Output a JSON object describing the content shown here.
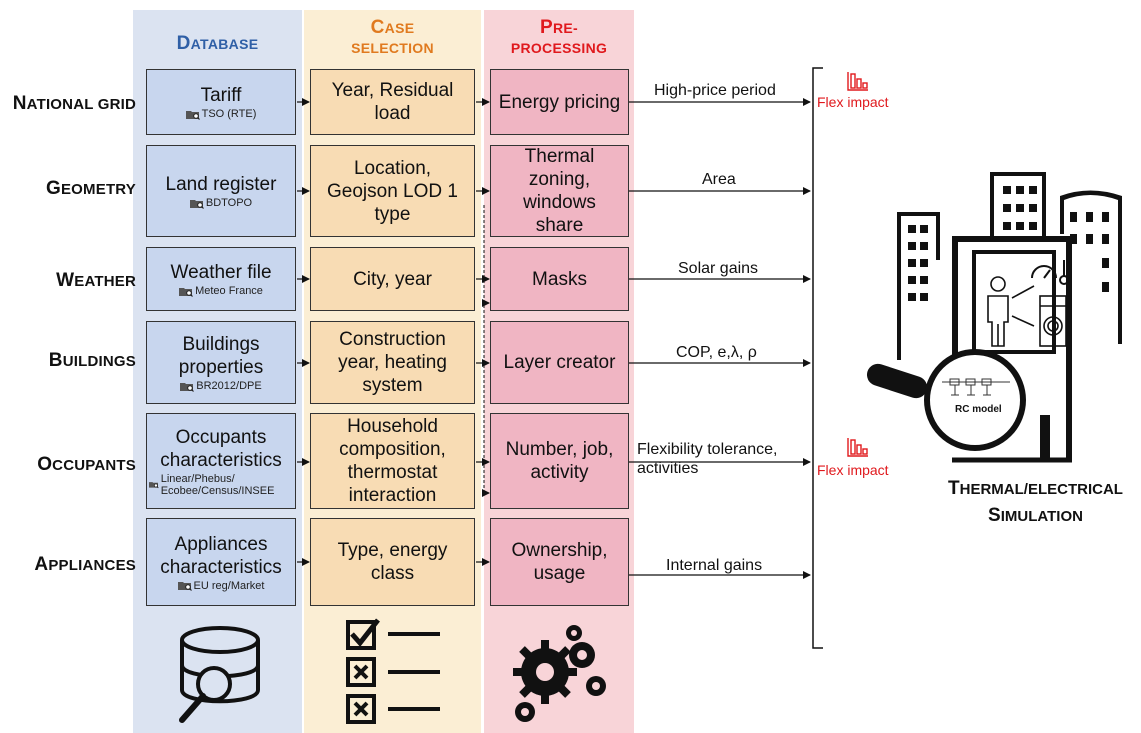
{
  "columns": {
    "database": {
      "first": "D",
      "rest": "ATABASE"
    },
    "case_selection": {
      "line1_first": "C",
      "line1_rest": "ASE",
      "line2": "SELECTION"
    },
    "preprocessing": {
      "line1_first": "P",
      "line1_rest": "RE-",
      "line2": "PROCESSING"
    }
  },
  "rows": [
    {
      "label_first": "N",
      "label_rest": "ATIONAL GRID",
      "db_title": "Tariff",
      "db_source": "TSO (RTE)",
      "case": "Year, Residual load",
      "pre": "Energy pricing",
      "output": "High-price period"
    },
    {
      "label_first": "G",
      "label_rest": "EOMETRY",
      "db_title": "Land register",
      "db_source": "BDTOPO",
      "case": "Location, Geojson LOD 1 type",
      "pre": "Thermal zoning, windows share",
      "output": "Area"
    },
    {
      "label_first": "W",
      "label_rest": "EATHER",
      "db_title": "Weather file",
      "db_source": "Meteo France",
      "case": "City, year",
      "pre": "Masks",
      "output": "Solar gains"
    },
    {
      "label_first": "B",
      "label_rest": "UILDINGS",
      "db_title": "Buildings properties",
      "db_source": "BR2012/DPE",
      "case": "Construction year, heating system",
      "pre": "Layer creator",
      "output": "COP, e,λ, ρ"
    },
    {
      "label_first": "O",
      "label_rest": "CCUPANTS",
      "db_title": "Occupants characteristics",
      "db_source": "Linear/Phebus/ Ecobee/Census/INSEE",
      "case": "Household composition, thermostat interaction",
      "pre": "Number, job, activity",
      "output": "Flexibility tolerance, activities"
    },
    {
      "label_first": "A",
      "label_rest": "PPLIANCES",
      "db_title": "Appliances characteristics",
      "db_source": "EU reg/Market",
      "case": "Type, energy class",
      "pre": "Ownership, usage",
      "output": "Internal gains"
    }
  ],
  "flex_impact": [
    "Flex impact",
    "Flex impact"
  ],
  "simulation": {
    "line1_first": "T",
    "line1_rest": "HERMAL/ELECTRICAL",
    "line2_first": "S",
    "line2_rest": "IMULATION"
  },
  "rc_model_label": "RC model",
  "colors": {
    "database_bg": "#dbe3f1",
    "database_box": "#c8d6ee",
    "database_head": "#2f5fa6",
    "case_bg": "#fbeed4",
    "case_box": "#f8dcb4",
    "case_head": "#e07a1f",
    "pre_bg": "#f8d4d8",
    "pre_box": "#f0b5c3",
    "pre_head": "#e0191d",
    "flex_impact": "#e0191d"
  },
  "icons": [
    "database-search-icon",
    "checklist-icon",
    "gears-icon",
    "flex-impact-chart-icon",
    "folder-search-icon",
    "city-buildings-icon",
    "magnifier-icon",
    "occupant-icon",
    "thermometer-icon",
    "gauge-icon",
    "washing-machine-icon"
  ]
}
